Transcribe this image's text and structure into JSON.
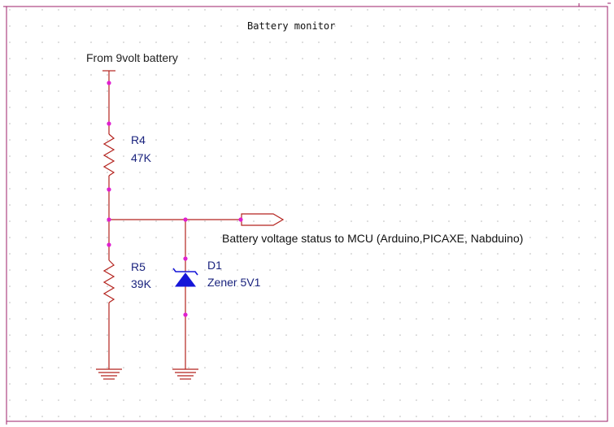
{
  "title": "Battery monitor",
  "source_label": "From 9volt battery",
  "output_label": "Battery voltage status to MCU (Arduino,PICAXE, Nabduino)",
  "components": {
    "r4": {
      "ref": "R4",
      "value": "47K"
    },
    "r5": {
      "ref": "R5",
      "value": "39K"
    },
    "d1": {
      "ref": "D1",
      "value": "Zener 5V1"
    }
  },
  "colors": {
    "frame": "#9c1f6a",
    "wire": "#b4231e",
    "junction": "#e020d0",
    "component_text": "#1a237e",
    "diode_fill": "#1515d8",
    "grid_dot": "#b8b8b8"
  }
}
